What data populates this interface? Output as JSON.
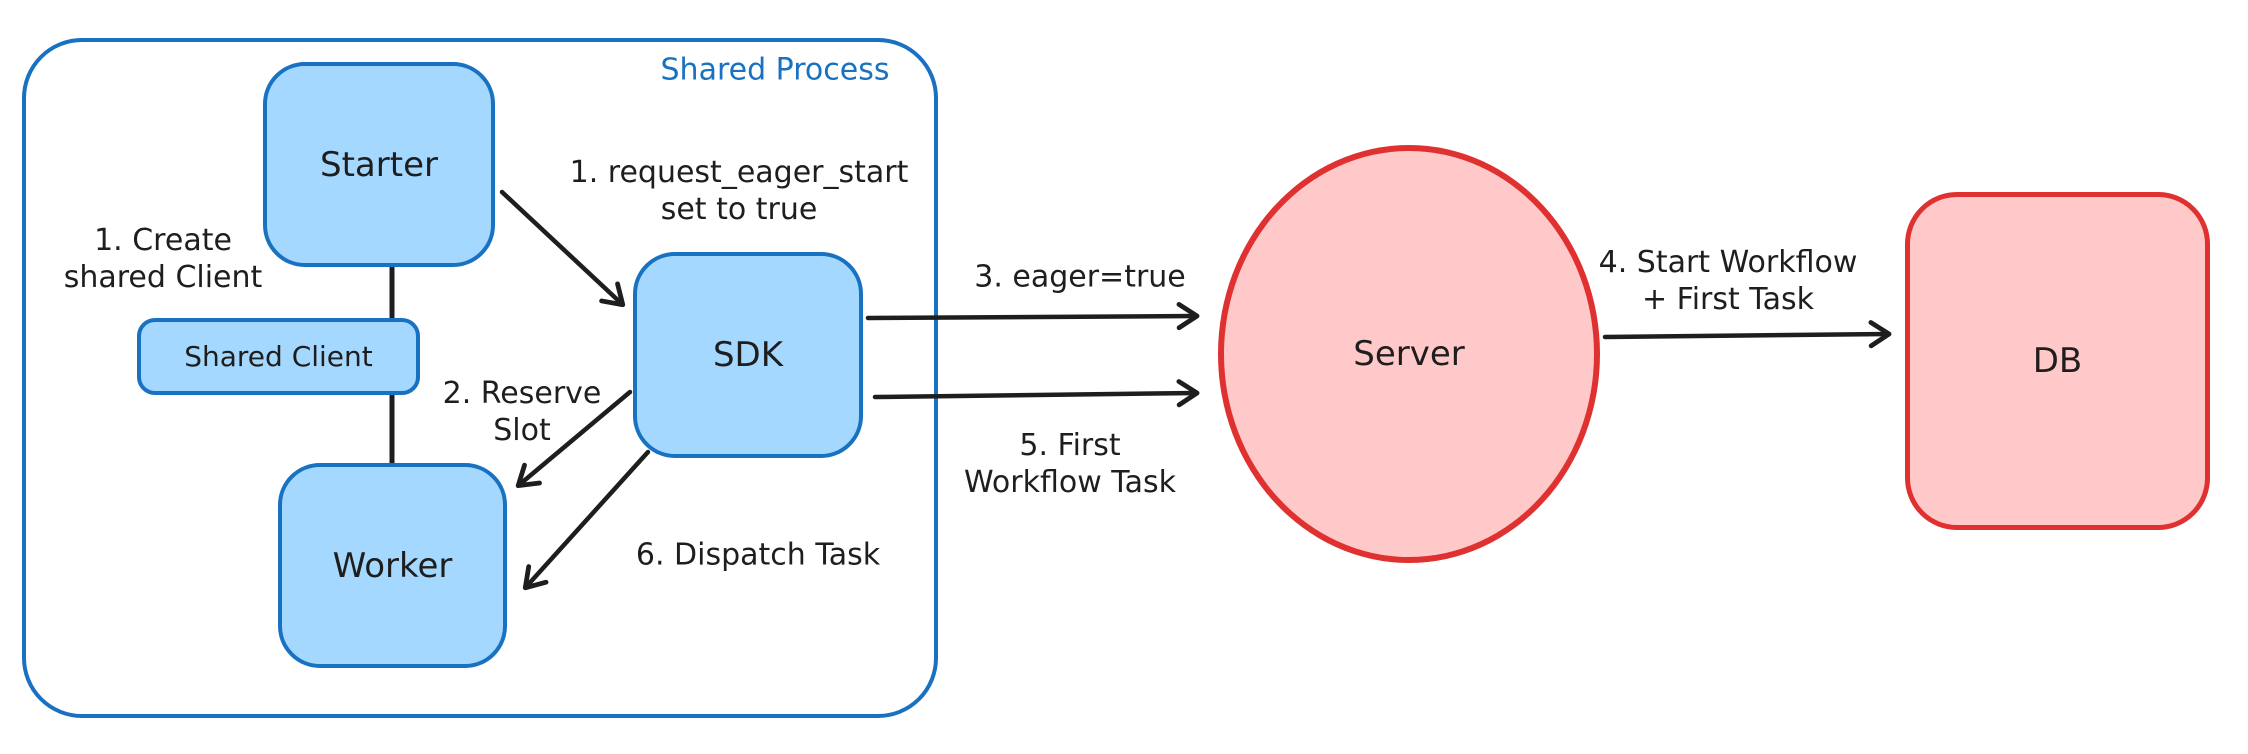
{
  "container": {
    "label": "Shared Process"
  },
  "nodes": {
    "starter": {
      "label": "Starter"
    },
    "shared_client": {
      "label": "Shared Client"
    },
    "worker": {
      "label": "Worker"
    },
    "sdk": {
      "label": "SDK"
    },
    "server": {
      "label": "Server"
    },
    "db": {
      "label": "DB"
    }
  },
  "labels": {
    "create_shared_client": {
      "line1": "1. Create",
      "line2": "shared Client"
    },
    "request_eager_start": {
      "line1": "1. request_eager_start",
      "line2": "set to true"
    },
    "reserve_slot": {
      "line1": "2. Reserve",
      "line2": "Slot"
    },
    "eager_true": {
      "line1": "3. eager=true"
    },
    "start_workflow": {
      "line1": "4. Start Workflow",
      "line2": "+ First Task"
    },
    "first_workflow_task": {
      "line1": "5. First",
      "line2": "Workflow Task"
    },
    "dispatch_task": {
      "line1": "6. Dispatch Task"
    }
  },
  "colors": {
    "blue_stroke": "#1971c2",
    "blue_fill": "#a5d8ff",
    "red_stroke": "#e03131",
    "red_fill": "#ffc9c9",
    "ink": "#1e1e1e"
  }
}
